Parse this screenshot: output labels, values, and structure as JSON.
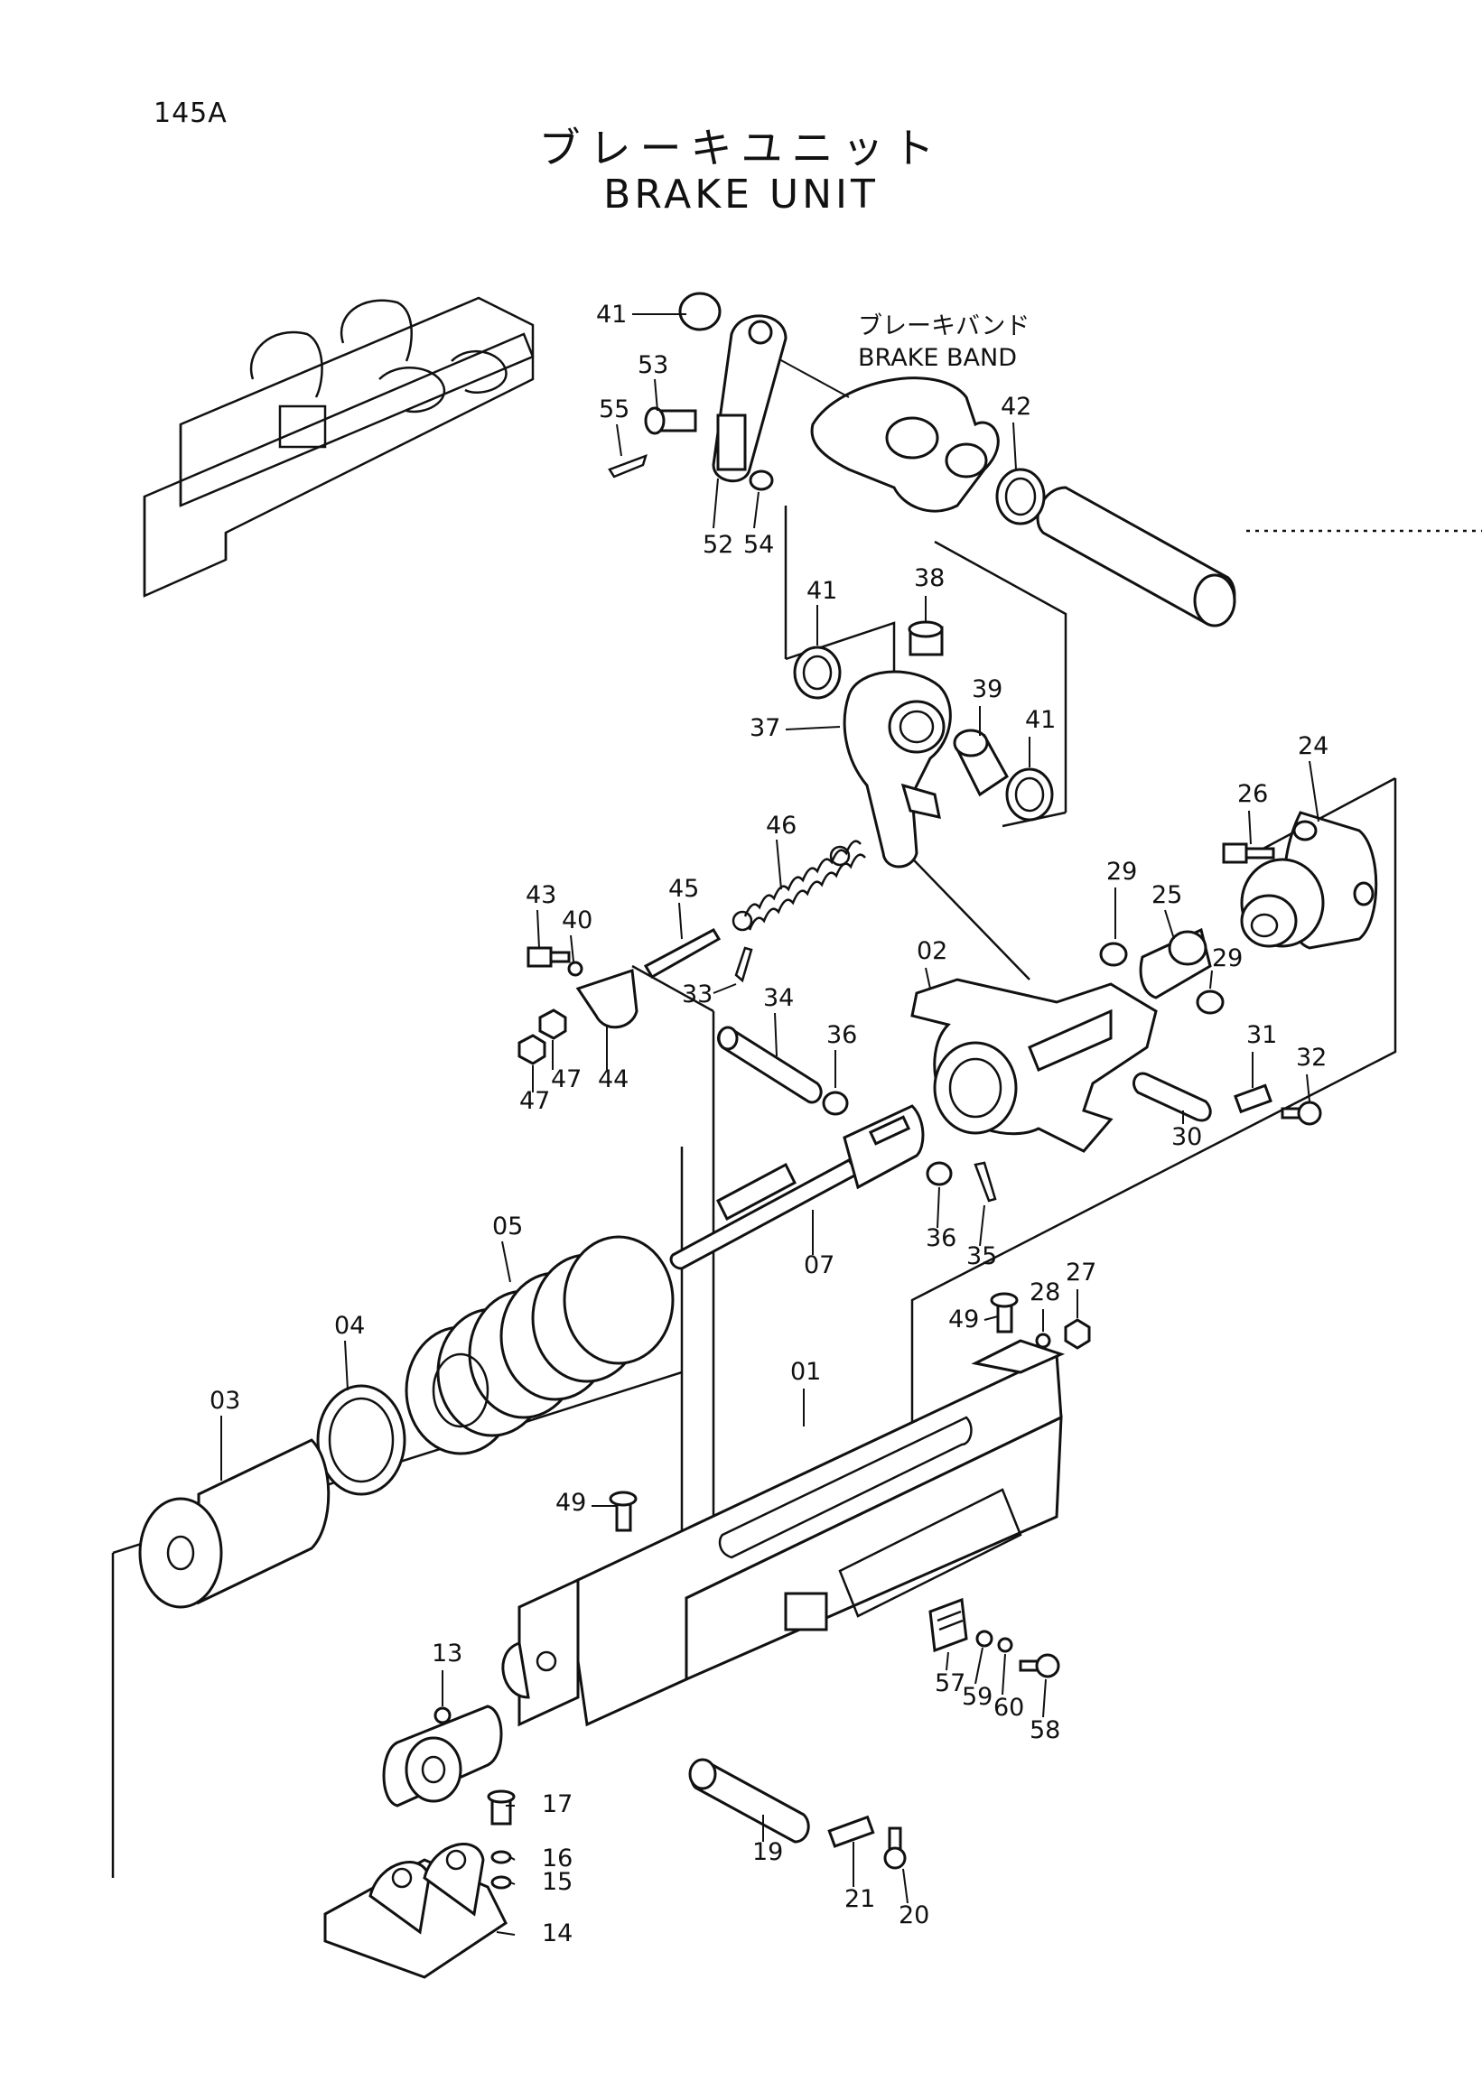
{
  "header": {
    "page_code": "145A",
    "title_jp": "ブレーキユニット",
    "title_en": "BRAKE UNIT"
  },
  "brake_band": {
    "label_jp": "ブレーキバンド",
    "label_en": "BRAKE BAND"
  },
  "callouts": [
    "41",
    "53",
    "55",
    "52",
    "54",
    "42",
    "41",
    "38",
    "37",
    "39",
    "41",
    "46",
    "24",
    "26",
    "29",
    "25",
    "29",
    "43",
    "40",
    "45",
    "02",
    "33",
    "34",
    "36",
    "47",
    "47",
    "44",
    "31",
    "32",
    "30",
    "05",
    "07",
    "36",
    "35",
    "04",
    "03",
    "27",
    "28",
    "49",
    "01",
    "49",
    "13",
    "57",
    "59",
    "60",
    "58",
    "17",
    "16",
    "15",
    "14",
    "19",
    "21",
    "20"
  ]
}
